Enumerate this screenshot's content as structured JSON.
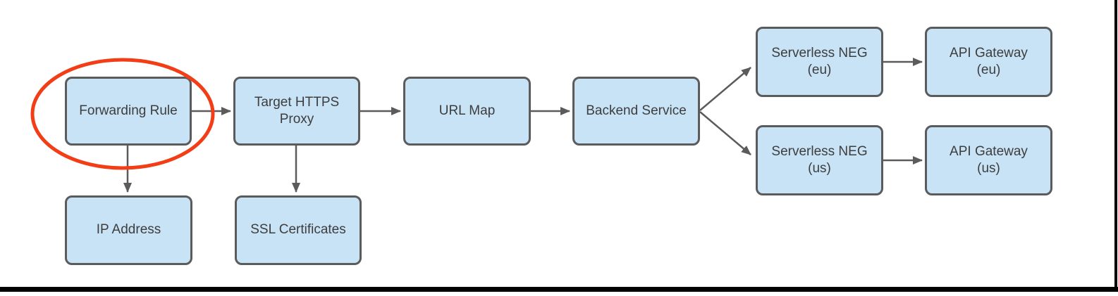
{
  "diagram": {
    "description": "HTTPS load balancer flow diagram with Forwarding Rule highlighted"
  },
  "colors": {
    "node_fill": "#c9e3f6",
    "node_border": "#5b5b5b",
    "arrow": "#5b5b5b",
    "text": "#3d3d3d",
    "highlight": "#f23d16",
    "frame": "#000000"
  },
  "nodes": [
    {
      "id": "forwarding-rule",
      "label": "Forwarding Rule",
      "highlighted": true
    },
    {
      "id": "target-https-proxy",
      "label": "Target HTTPS Proxy",
      "highlighted": false
    },
    {
      "id": "url-map",
      "label": "URL Map",
      "highlighted": false
    },
    {
      "id": "backend-service",
      "label": "Backend Service",
      "highlighted": false
    },
    {
      "id": "serverless-neg-eu",
      "label": "Serverless NEG",
      "sublabel": "(eu)",
      "highlighted": false
    },
    {
      "id": "api-gateway-eu",
      "label": "API Gateway",
      "sublabel": "(eu)",
      "highlighted": false
    },
    {
      "id": "serverless-neg-us",
      "label": "Serverless NEG",
      "sublabel": "(us)",
      "highlighted": false
    },
    {
      "id": "api-gateway-us",
      "label": "API Gateway",
      "sublabel": "(us)",
      "highlighted": false
    },
    {
      "id": "ip-address",
      "label": "IP Address",
      "highlighted": false
    },
    {
      "id": "ssl-certificates",
      "label": "SSL Certificates",
      "highlighted": false
    }
  ],
  "edges": [
    {
      "from": "forwarding-rule",
      "to": "target-https-proxy"
    },
    {
      "from": "target-https-proxy",
      "to": "url-map"
    },
    {
      "from": "url-map",
      "to": "backend-service"
    },
    {
      "from": "backend-service",
      "to": "serverless-neg-eu"
    },
    {
      "from": "backend-service",
      "to": "serverless-neg-us"
    },
    {
      "from": "serverless-neg-eu",
      "to": "api-gateway-eu"
    },
    {
      "from": "serverless-neg-us",
      "to": "api-gateway-us"
    },
    {
      "from": "forwarding-rule",
      "to": "ip-address"
    },
    {
      "from": "target-https-proxy",
      "to": "ssl-certificates"
    }
  ]
}
